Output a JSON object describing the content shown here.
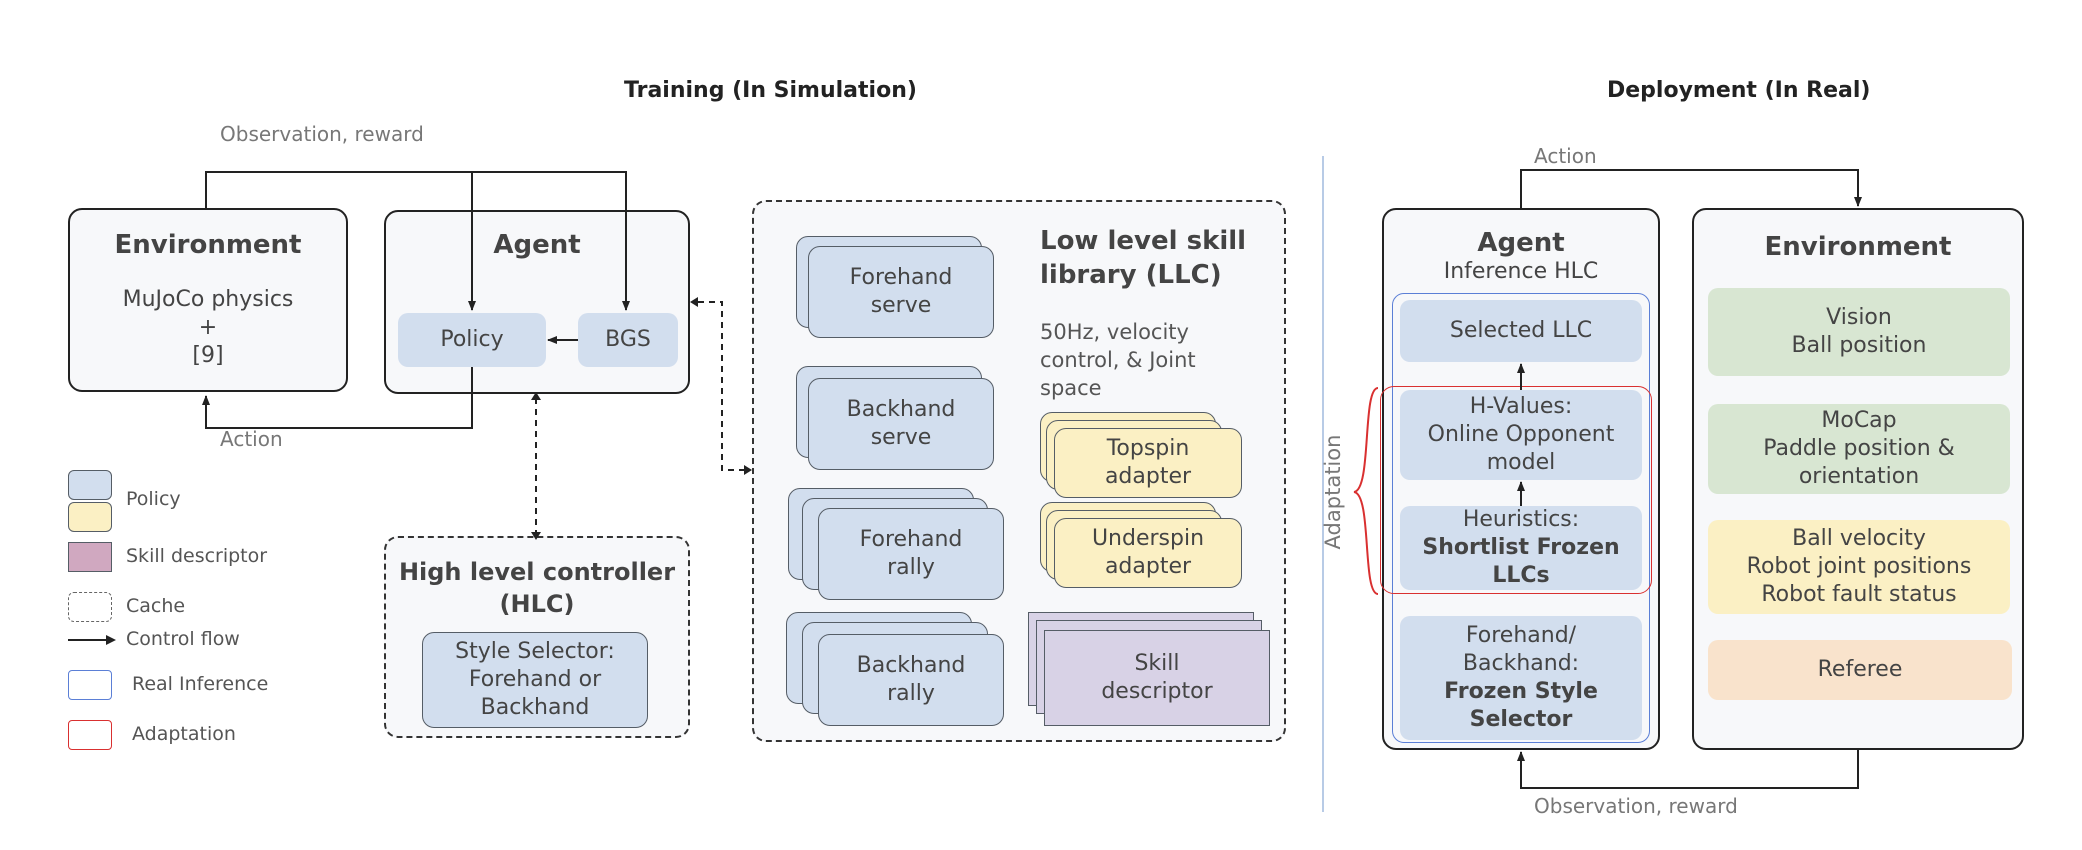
{
  "titles": {
    "training": "Training (In Simulation)",
    "deployment": "Deployment (In Real)"
  },
  "training": {
    "observation_label": "Observation, reward",
    "action_label": "Action",
    "environment": {
      "title": "Environment",
      "line1": "MuJoCo physics",
      "line2": "+",
      "line3": "[9]"
    },
    "agent": {
      "title": "Agent",
      "policy": "Policy",
      "bgs": "BGS"
    },
    "hlc": {
      "title_line1": "High level controller",
      "title_line2": "(HLC)",
      "style_selector_line1": "Style Selector:",
      "style_selector_line2": "Forehand or",
      "style_selector_line3": "Backhand"
    },
    "llc": {
      "title_line1": "Low level skill",
      "title_line2": "library (LLC)",
      "desc_line1": "50Hz, velocity",
      "desc_line2": "control,  & Joint",
      "desc_line3": "space",
      "skills": [
        {
          "line1": "Forehand",
          "line2": "serve"
        },
        {
          "line1": "Backhand",
          "line2": "serve"
        },
        {
          "line1": "Forehand",
          "line2": "rally"
        },
        {
          "line1": "Backhand",
          "line2": "rally"
        }
      ],
      "adapters": [
        {
          "line1": "Topspin",
          "line2": "adapter"
        },
        {
          "line1": "Underspin",
          "line2": "adapter"
        }
      ],
      "skill_descriptor": {
        "line1": "Skill",
        "line2": "descriptor"
      }
    }
  },
  "legend": {
    "policy": "Policy",
    "skill_descriptor": "Skill descriptor",
    "cache": "Cache",
    "control_flow": "Control flow",
    "real_inference": "Real Inference",
    "adaptation": "Adaptation"
  },
  "deployment": {
    "action_label": "Action",
    "observation_label": "Observation, reward",
    "adaptation_label": "Adaptation",
    "agent": {
      "title": "Agent",
      "subtitle": "Inference HLC",
      "selected_llc": "Selected LLC",
      "hvalues_line1": "H-Values:",
      "hvalues_line2": "Online Opponent",
      "hvalues_line3": "model",
      "heuristics_line1": "Heuristics:",
      "heuristics_line2": "Shortlist Frozen",
      "heuristics_line3": "LLCs",
      "style_line1": "Forehand/",
      "style_line2": "Backhand:",
      "style_line3": "Frozen Style",
      "style_line4": "Selector"
    },
    "environment": {
      "title": "Environment",
      "vision_line1": "Vision",
      "vision_line2": "Ball position",
      "mocap_line1": "MoCap",
      "mocap_line2": "Paddle position &",
      "mocap_line3": "orientation",
      "robot_line1": "Ball velocity",
      "robot_line2": "Robot joint positions",
      "robot_line3": "Robot fault status",
      "referee": "Referee"
    }
  },
  "colors": {
    "policy_blue": "#d2deee",
    "adapter_yellow": "#fbf0c4",
    "skill_purple": "#d8d2e6",
    "sensor_green": "#d8e6d2",
    "referee_orange": "#f9e3cc",
    "inference_border": "#5b7fd6",
    "adaptation_border": "#d93030"
  }
}
